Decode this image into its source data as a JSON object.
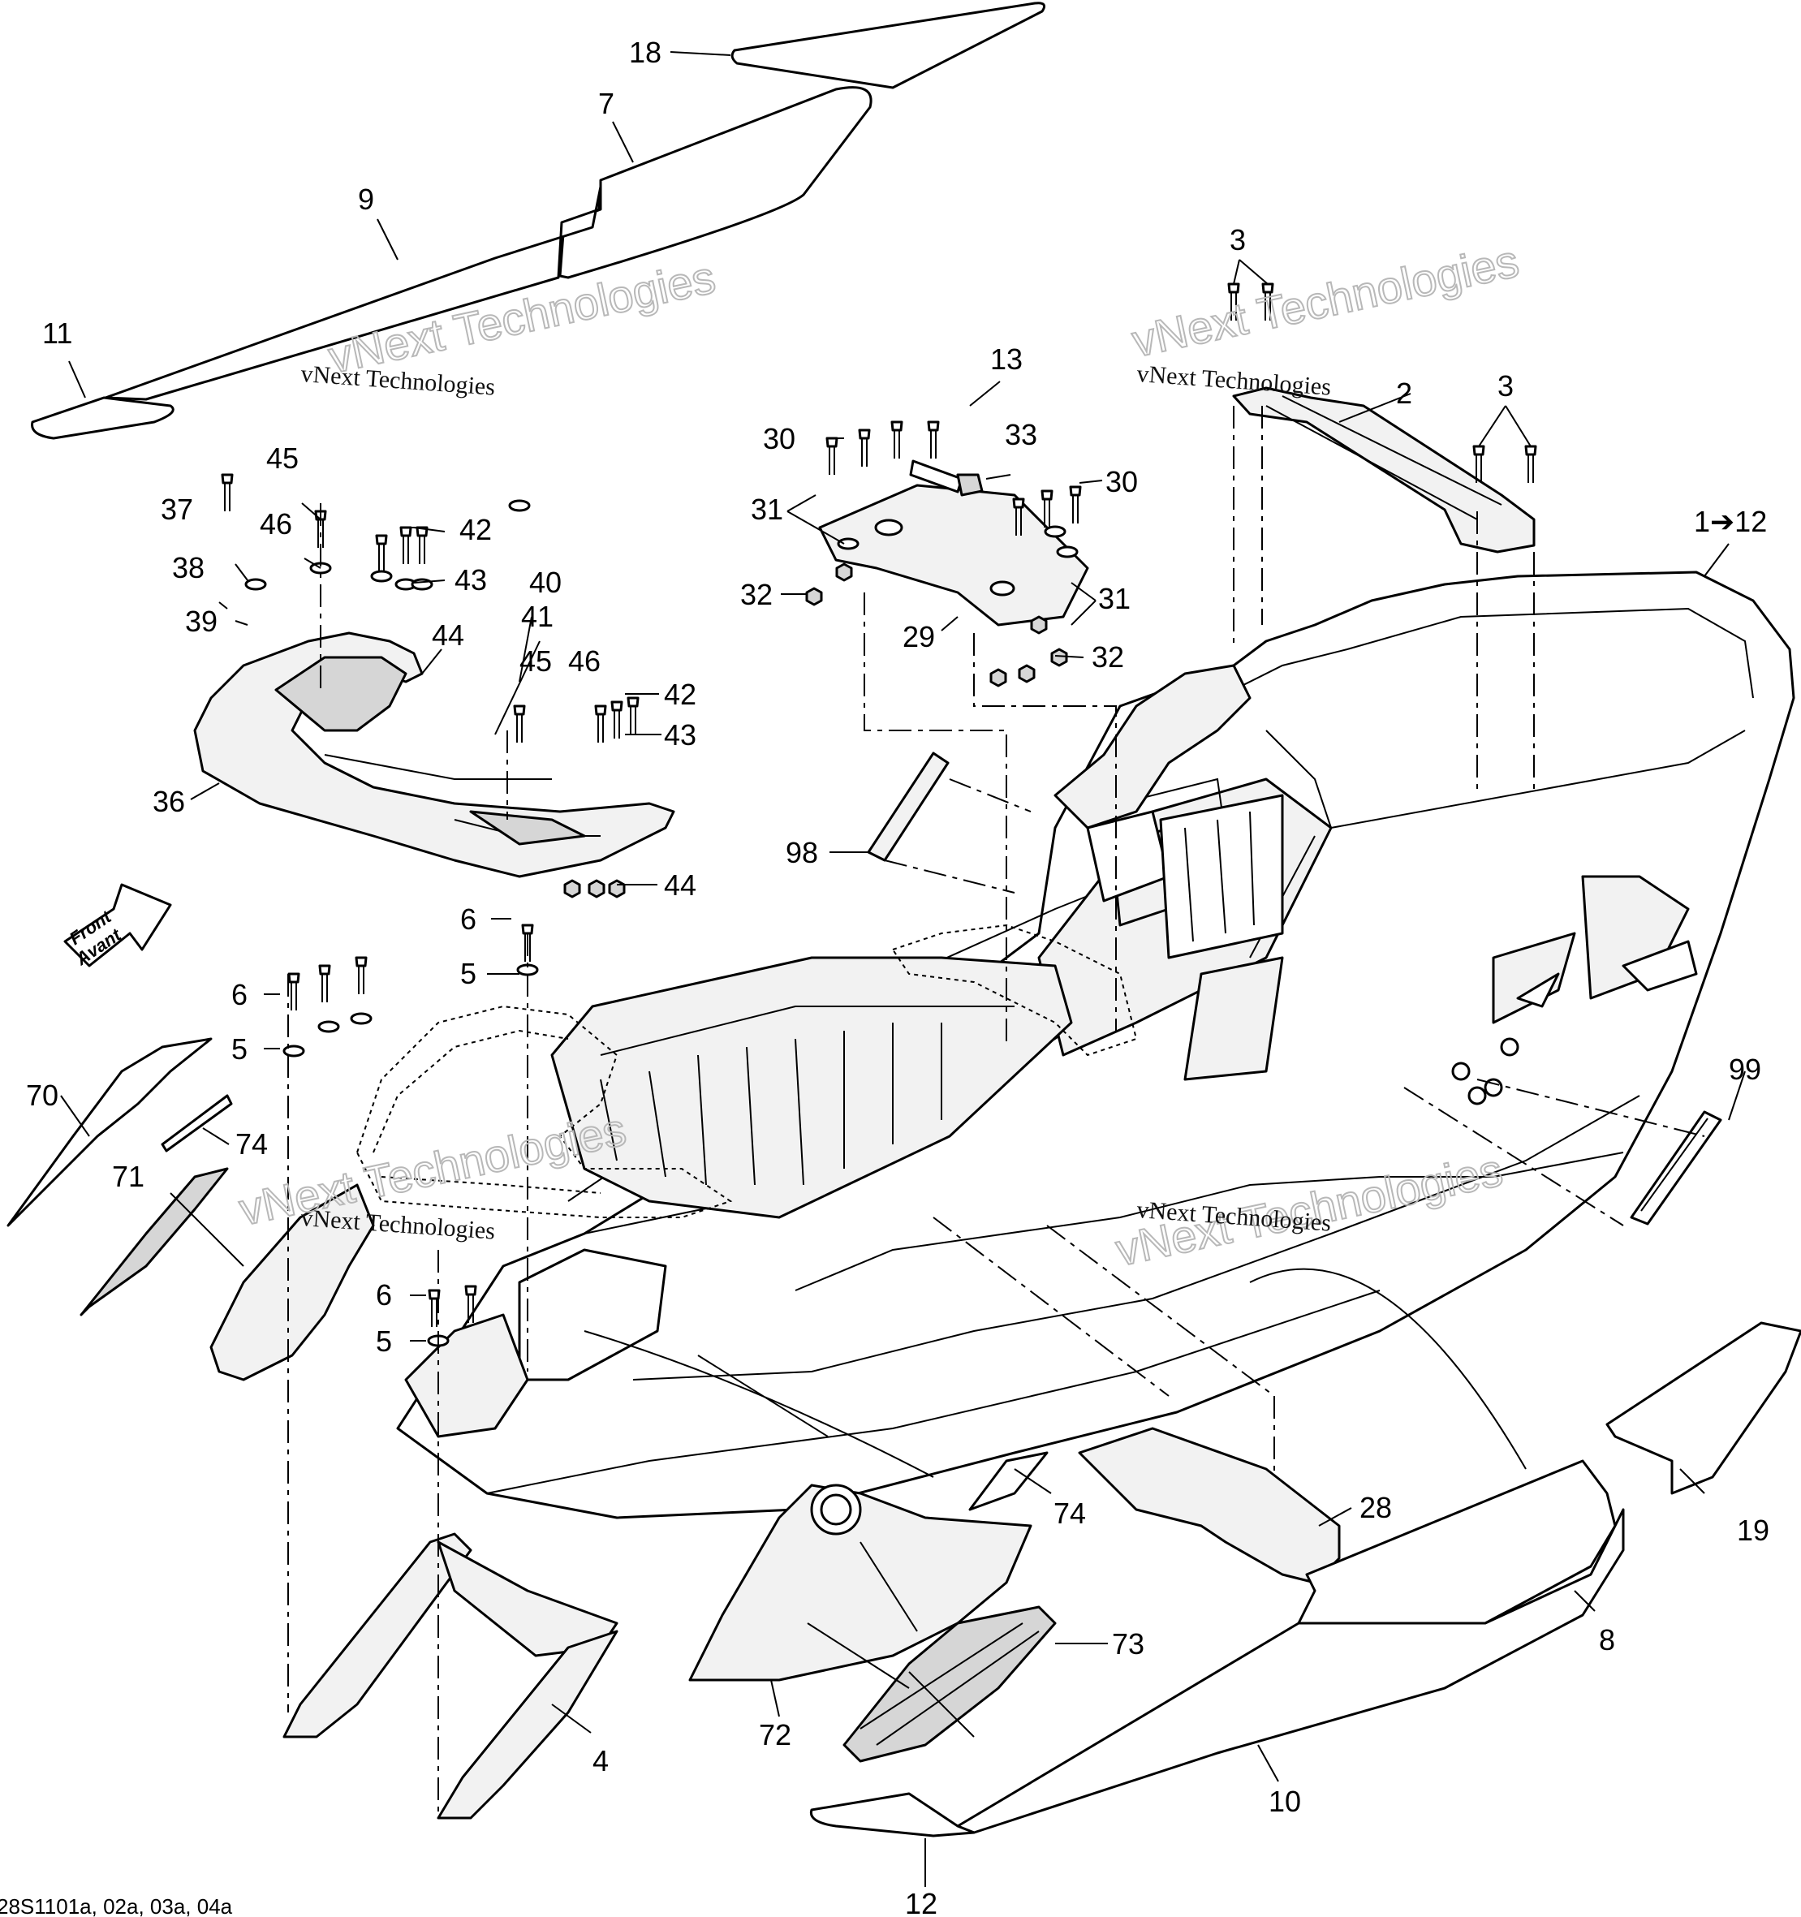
{
  "callouts": {
    "c18": "18",
    "c7": "7",
    "c9": "9",
    "c11": "11",
    "c3a": "3",
    "c3b": "3",
    "c2": "2",
    "c1to12": "1➔12",
    "c13": "13",
    "c30a": "30",
    "c33": "33",
    "c30b": "30",
    "c31a": "31",
    "c31b": "31",
    "c32a": "32",
    "c32b": "32",
    "c29": "29",
    "c45a": "45",
    "c46a": "46",
    "c42a": "42",
    "c43a": "43",
    "c37": "37",
    "c38": "38",
    "c39": "39",
    "c40": "40",
    "c41": "41",
    "c44a": "44",
    "c45b": "45",
    "c46b": "46",
    "c42b": "42",
    "c43b": "43",
    "c36": "36",
    "c44b": "44",
    "c98": "98",
    "c6a": "6",
    "c5a": "5",
    "c6b": "6",
    "c5b": "5",
    "c6c": "6",
    "c5c": "5",
    "c70": "70",
    "c74a": "74",
    "c71": "71",
    "c99": "99",
    "c74b": "74",
    "c28": "28",
    "c19": "19",
    "c73": "73",
    "c8": "8",
    "c72": "72",
    "c4": "4",
    "c10": "10",
    "c12": "12"
  },
  "watermarks": {
    "wm_top_left_small": "vNext Technologies",
    "wm_top_left_big": "vNext Technologies",
    "wm_top_right_small": "vNext Technologies",
    "wm_top_right_big": "vNext Technologies",
    "wm_mid_left_small": "vNext Technologies",
    "wm_mid_left_big": "vNext Technologies",
    "wm_mid_right_small": "vNext Technologies",
    "wm_mid_right_big": "vNext Technologies"
  },
  "front_badge": {
    "line1": "Front",
    "line2": "Avant"
  },
  "reference_code": "28S1101a, 02a, 03a, 04a"
}
